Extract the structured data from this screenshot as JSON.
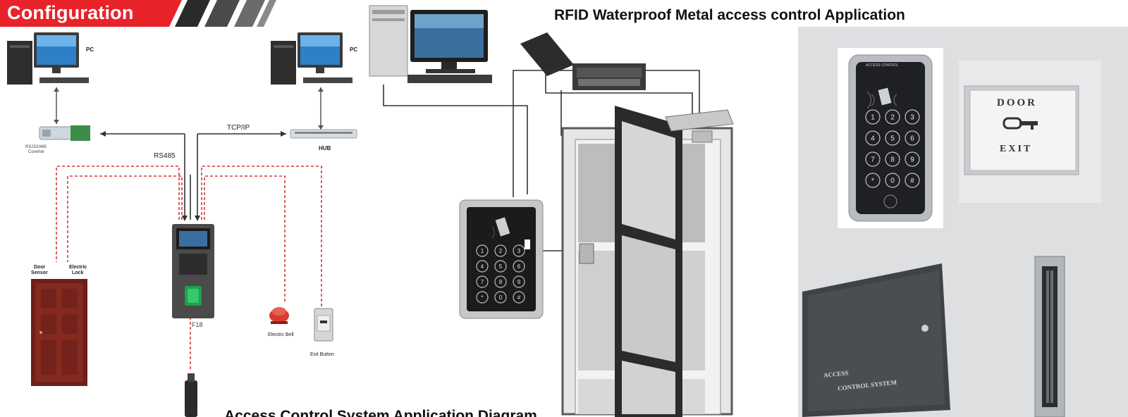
{
  "banner": {
    "title": "Configuration"
  },
  "config_diagram": {
    "pc_left_label": "PC",
    "pc_right_label": "PC",
    "converter_label_line1": "RS232/485",
    "converter_label_line2": "Coverter",
    "hub_label": "HUB",
    "tcpip_label": "TCP/IP",
    "rs485_label": "RS485",
    "door_sensor_line1": "Door",
    "door_sensor_line2": "Sensor",
    "electric_lock_line1": "Electric",
    "electric_lock_line2": "Lock",
    "device_model": "F18",
    "electric_bell_label": "Electric Bell",
    "exit_button_label": "Exit Button"
  },
  "application": {
    "title": "RFID Waterproof Metal access control Application",
    "caption": "Access Control System Application Diagram"
  },
  "products": {
    "keypad_top_text": "ACCESS CONTROL",
    "keypad_keys": [
      "1",
      "2",
      "3",
      "4",
      "5",
      "6",
      "7",
      "8",
      "9",
      "*",
      "0",
      "#"
    ],
    "exit_button_line1": "DOOR",
    "exit_button_line2": "EXIT",
    "power_box_line1": "ACCESS",
    "power_box_line2": "CONTROL SYSTEM"
  },
  "colors": {
    "banner_red": "#e8232a",
    "dashed_red": "#d9343c",
    "wire": "#333333",
    "panel_gray": "#dedfe1"
  }
}
